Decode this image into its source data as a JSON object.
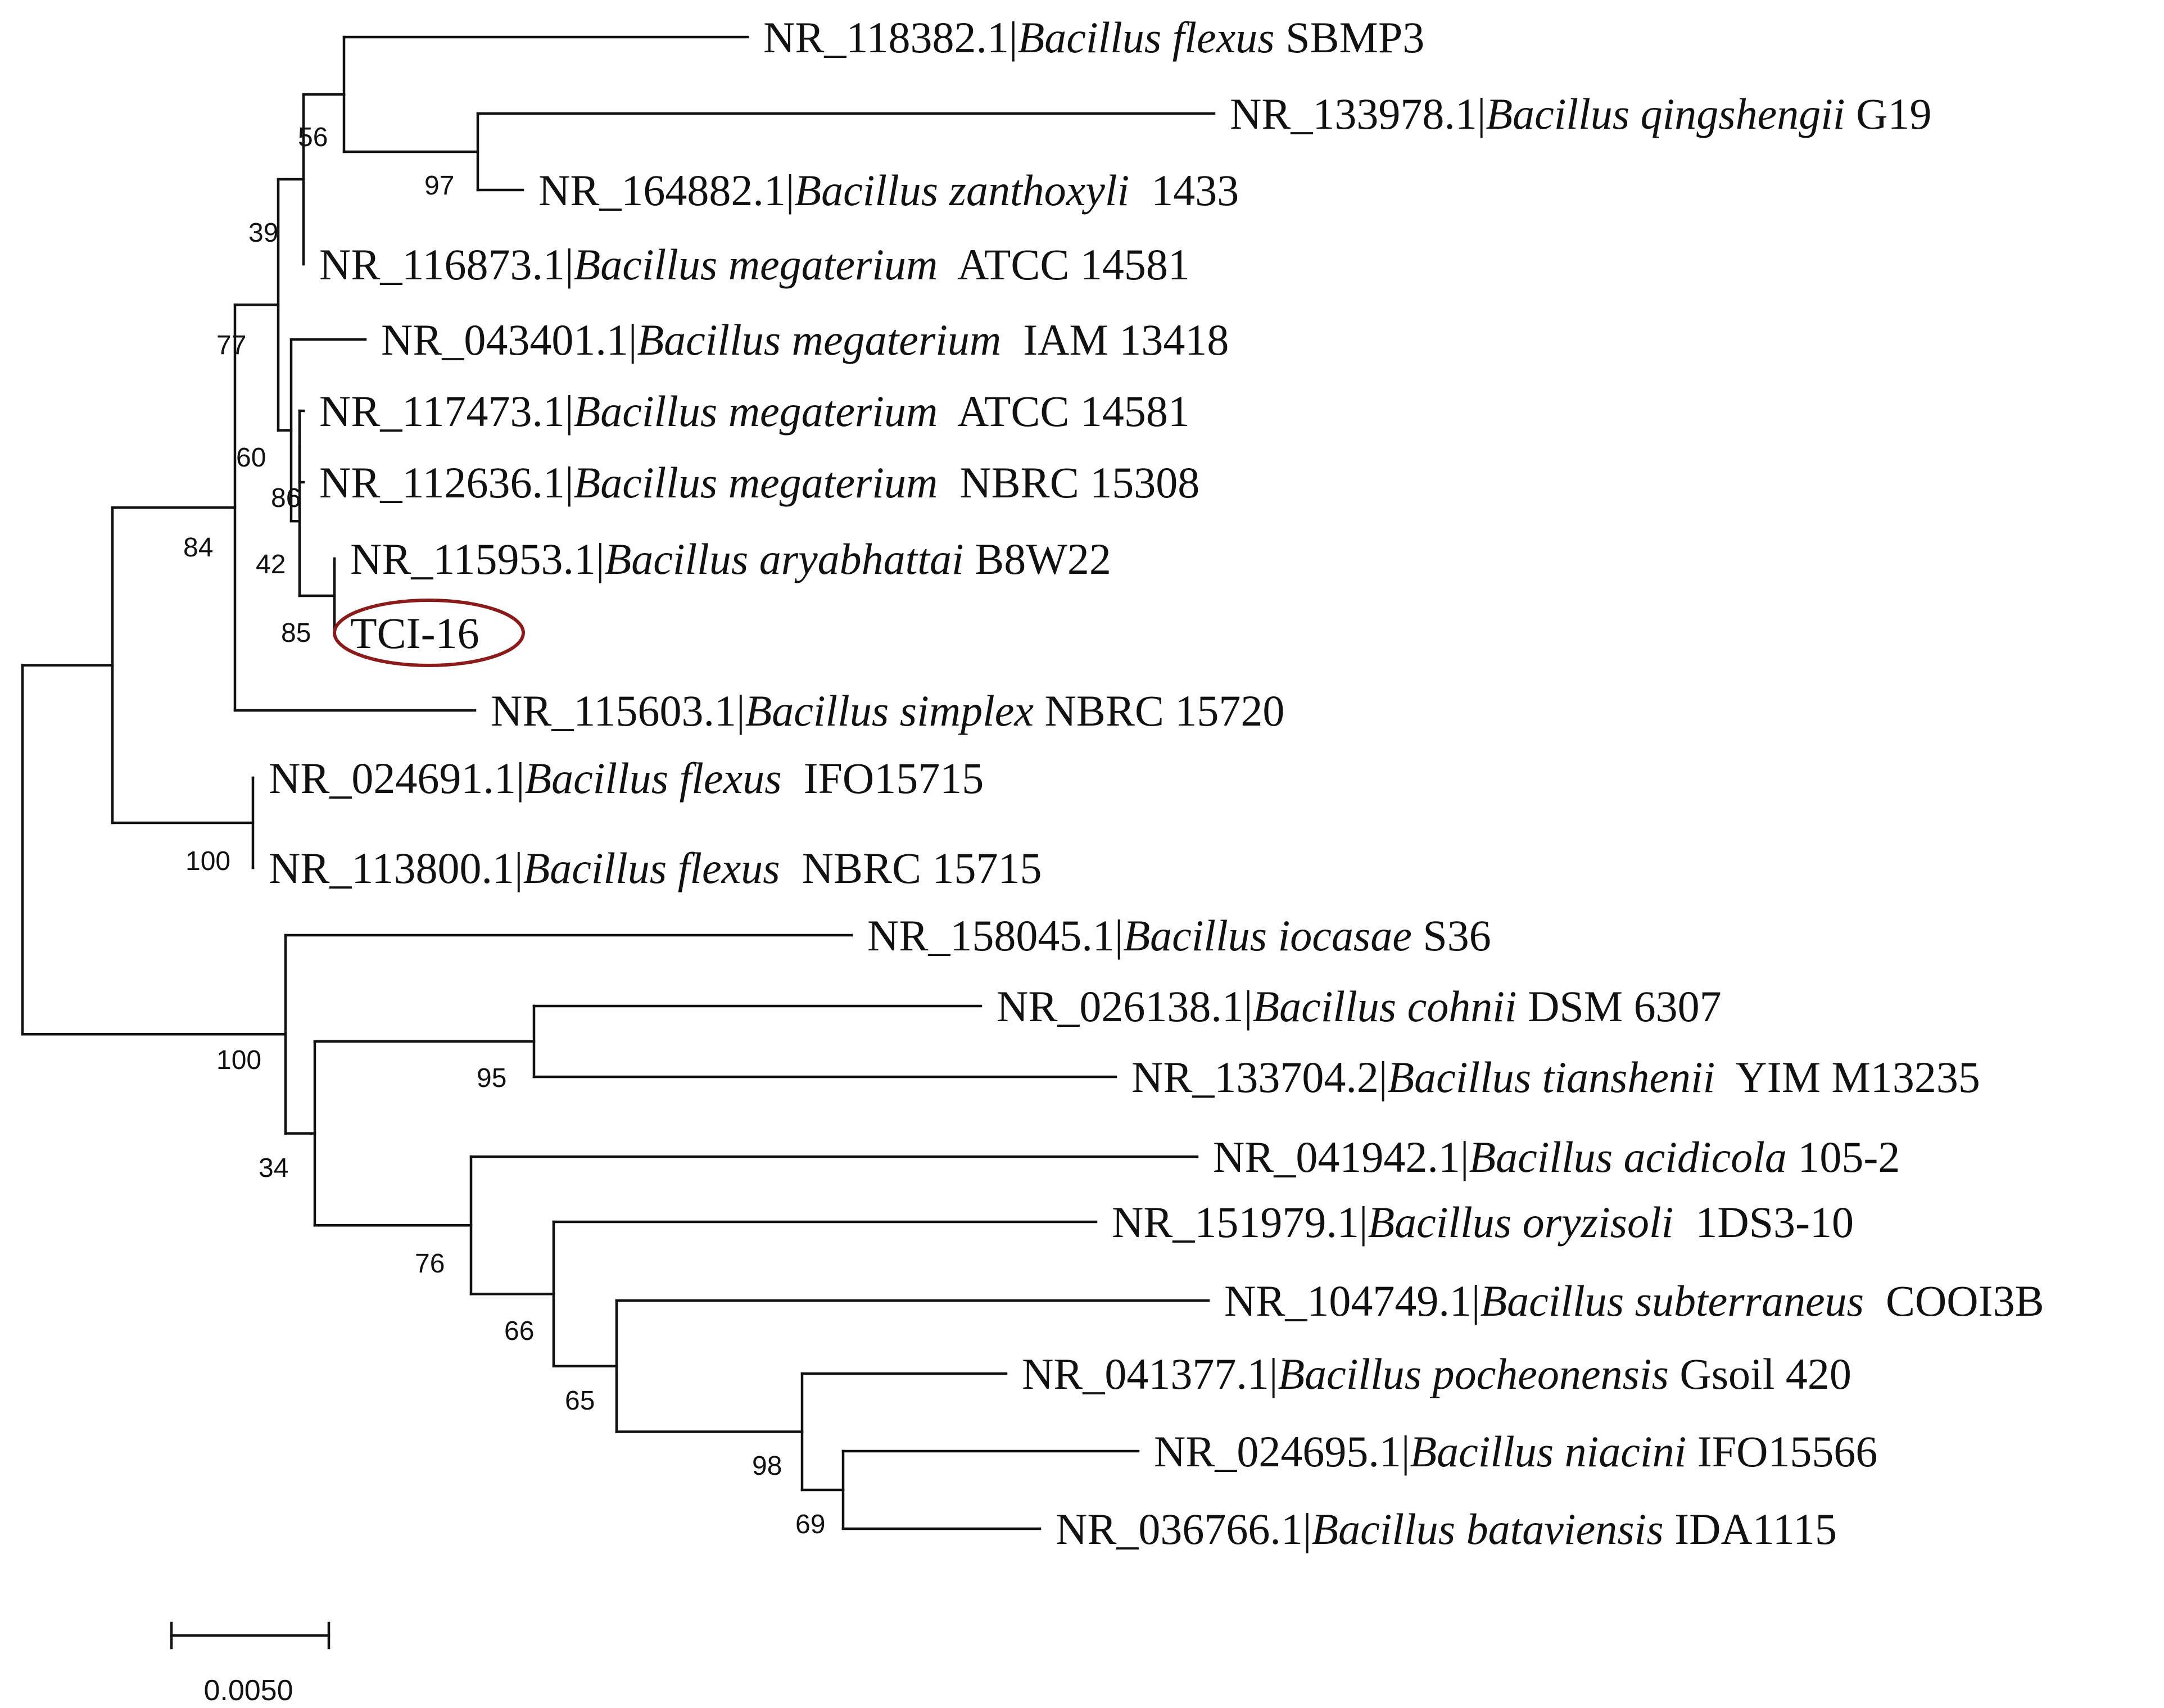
{
  "figure": {
    "highlight_color": "#8b1a1a",
    "line_color": "#111111"
  },
  "leaves": [
    {
      "id": "L1",
      "accession": "NR_118382.1|",
      "species": "Bacillus flexus",
      "strain": " SBMP3"
    },
    {
      "id": "L2",
      "accession": "NR_133978.1|",
      "species": "Bacillus qingshengii",
      "strain": " G19"
    },
    {
      "id": "L3",
      "accession": "NR_164882.1|",
      "species": "Bacillus zanthoxyli",
      "strain": "  1433"
    },
    {
      "id": "L4",
      "accession": "NR_116873.1|",
      "species": "Bacillus megaterium",
      "strain": "  ATCC 14581"
    },
    {
      "id": "L5",
      "accession": "NR_043401.1|",
      "species": "Bacillus megaterium",
      "strain": "  IAM 13418"
    },
    {
      "id": "L6",
      "accession": "NR_117473.1|",
      "species": "Bacillus megaterium",
      "strain": "  ATCC 14581"
    },
    {
      "id": "L7",
      "accession": "NR_112636.1|",
      "species": "Bacillus megaterium",
      "strain": "  NBRC 15308"
    },
    {
      "id": "L8",
      "accession": "NR_115953.1|",
      "species": "Bacillus aryabhattai",
      "strain": " B8W22"
    },
    {
      "id": "L9",
      "accession": "TCI-16",
      "species": "",
      "strain": "",
      "highlighted": true
    },
    {
      "id": "L10",
      "accession": "NR_115603.1|",
      "species": "Bacillus simplex",
      "strain": " NBRC 15720"
    },
    {
      "id": "L11",
      "accession": "NR_024691.1|",
      "species": "Bacillus flexus",
      "strain": "  IFO15715"
    },
    {
      "id": "L12",
      "accession": "NR_113800.1|",
      "species": "Bacillus flexus",
      "strain": "  NBRC 15715"
    },
    {
      "id": "L13",
      "accession": "NR_158045.1|",
      "species": "Bacillus iocasae",
      "strain": " S36"
    },
    {
      "id": "L14",
      "accession": "NR_026138.1|",
      "species": "Bacillus cohnii",
      "strain": " DSM 6307"
    },
    {
      "id": "L15",
      "accession": "NR_133704.2|",
      "species": "Bacillus tianshenii",
      "strain": "  YIM M13235"
    },
    {
      "id": "L16",
      "accession": "NR_041942.1|",
      "species": "Bacillus acidicola",
      "strain": " 105-2"
    },
    {
      "id": "L17",
      "accession": "NR_151979.1|",
      "species": "Bacillus oryzisoli",
      "strain": "  1DS3-10"
    },
    {
      "id": "L18",
      "accession": "NR_104749.1|",
      "species": "Bacillus subterraneus",
      "strain": "  COOI3B"
    },
    {
      "id": "L19",
      "accession": "NR_041377.1|",
      "species": "Bacillus pocheonensis",
      "strain": " Gsoil 420"
    },
    {
      "id": "L20",
      "accession": "NR_024695.1|",
      "species": "Bacillus niacini",
      "strain": " IFO15566"
    },
    {
      "id": "L21",
      "accession": "NR_036766.1|",
      "species": "Bacillus bataviensis",
      "strain": " IDA1115"
    }
  ],
  "bootstrap": [
    {
      "id": "b56",
      "value": "56"
    },
    {
      "id": "b97",
      "value": "97"
    },
    {
      "id": "b39",
      "value": "39"
    },
    {
      "id": "b77",
      "value": "77"
    },
    {
      "id": "b60",
      "value": "60"
    },
    {
      "id": "b86",
      "value": "86"
    },
    {
      "id": "b42",
      "value": "42"
    },
    {
      "id": "b85",
      "value": "85"
    },
    {
      "id": "b84",
      "value": "84"
    },
    {
      "id": "b100a",
      "value": "100"
    },
    {
      "id": "b100b",
      "value": "100"
    },
    {
      "id": "b95",
      "value": "95"
    },
    {
      "id": "b34",
      "value": "34"
    },
    {
      "id": "b76",
      "value": "76"
    },
    {
      "id": "b66",
      "value": "66"
    },
    {
      "id": "b65",
      "value": "65"
    },
    {
      "id": "b98",
      "value": "98"
    },
    {
      "id": "b69",
      "value": "69"
    }
  ],
  "scale_bar": {
    "label": "0.0050"
  }
}
